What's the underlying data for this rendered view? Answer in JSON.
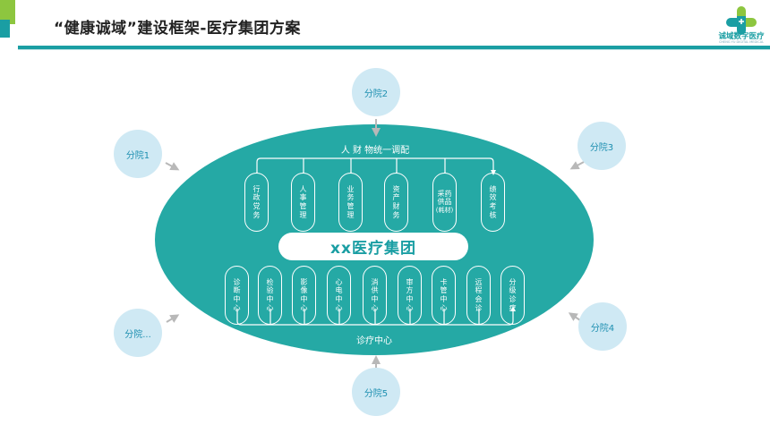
{
  "header": {
    "title": "“健康诚域”建设框架-医疗集团方案",
    "logo_text": "诚域数字医疗",
    "logo_subtext": "CHENG YU DIGITAL MEDICAL"
  },
  "diagram": {
    "center_title": "xx医疗集团",
    "top_label": "人 财 物统一调配",
    "bottom_label": "诊疗中心",
    "branches": [
      "分院2",
      "分院1",
      "分院3",
      "分院...",
      "分院4",
      "分院5"
    ],
    "top_boxes": [
      [
        "行",
        "政",
        "党",
        "务"
      ],
      [
        "人",
        "事",
        "管",
        "理"
      ],
      [
        "业",
        "务",
        "管",
        "理"
      ],
      [
        "资",
        "产",
        "财",
        "务"
      ],
      [
        "采药",
        "供品",
        "(耗材)"
      ],
      [
        "绩",
        "效",
        "考",
        "核"
      ]
    ],
    "bottom_boxes": [
      [
        "诊",
        "断",
        "中",
        "心"
      ],
      [
        "检",
        "验",
        "中",
        "心"
      ],
      [
        "影",
        "像",
        "中",
        "心"
      ],
      [
        "心",
        "电",
        "中",
        "心"
      ],
      [
        "消",
        "供",
        "中",
        "心"
      ],
      [
        "审",
        "方",
        "中",
        "心"
      ],
      [
        "卡",
        "管",
        "中",
        "心"
      ],
      [
        "远",
        "程",
        "会",
        "诊"
      ],
      [
        "分",
        "级",
        "诊",
        "疗"
      ]
    ],
    "colors": {
      "ellipse": "#25a9a5",
      "branch_fill": "#cfe9f4",
      "branch_text": "#1d8fb0",
      "arrow": "#b8b8b8"
    }
  }
}
